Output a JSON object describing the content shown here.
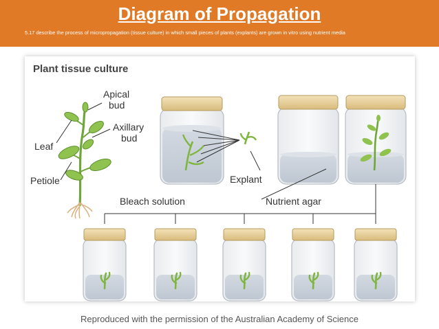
{
  "header": {
    "title": "Diagram of Propagation",
    "subtitle": "5.17 describe the process of micropropagation (tissue culture) in which small pieces of plants (explants) are grown in vitro  using nutrient media"
  },
  "diagram": {
    "title": "Plant tissue culture",
    "labels": {
      "apical_bud": [
        "Apical",
        "bud"
      ],
      "axillary_bud": [
        "Axillary",
        "bud"
      ],
      "leaf": "Leaf",
      "petiole": "Petiole",
      "explant": "Explant",
      "bleach_solution": "Bleach solution",
      "nutrient_agar": "Nutrient agar"
    }
  },
  "footer": {
    "credit": "Reproduced with the permission of the Australian Academy of Science"
  },
  "colors": {
    "header_bg": "#e07a27",
    "plant_green": "#7fb640",
    "jar_lid": "#e8cf9a",
    "liquid": "#c9d2dc"
  }
}
